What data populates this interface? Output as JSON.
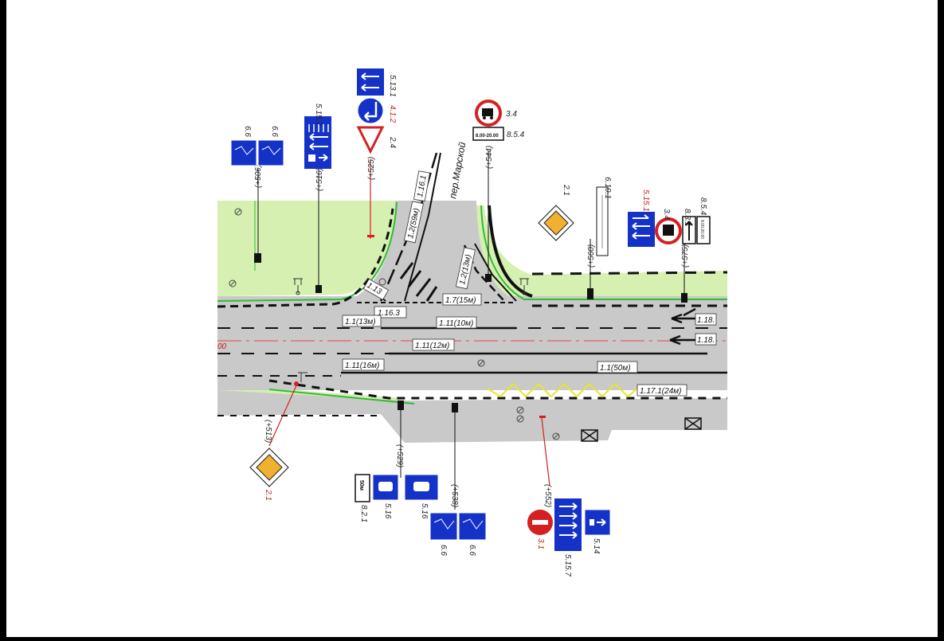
{
  "street_name": "пер.Марской",
  "left_edge_label": "00",
  "markings": {
    "m_16_1": "1.16.1",
    "m_2_59": "1.2(59м)",
    "m_2_13": "1.2(13м)",
    "m_13": "1.13",
    "m_16_3": "1.16.3",
    "m_7_15": "1.7(15м)",
    "m_1_13": "1.1(13м)",
    "m_11_10": "1.11(10м)",
    "m_11_12": "1.11(12м)",
    "m_11_16": "1.11(16м)",
    "m_1_50": "1.1(50м)",
    "m_17_1": "1.17.1(24м)",
    "m_18_a": "1.18.",
    "m_18_b": "1.18."
  },
  "chainage": {
    "c506": "(+506)",
    "c516": "(+516)",
    "c525": "(+525)",
    "c544": "(+544)",
    "c560": "(+560)",
    "c575": "(+575)",
    "c513": "(+513)",
    "c529": "(+529)",
    "c538": "(+538)",
    "c552": "(+552)"
  },
  "sign_codes": {
    "s5_13_1": "5.13.1",
    "s4_1_2": "4.1.2",
    "s2_4": "2.4",
    "s6_6_a": "6.6",
    "s6_6_b": "6.6",
    "s5_15_7_top": "5.15.7",
    "s3_4_top": "3.4",
    "s8_5_4_top": "8.5.4",
    "s2_1_top": "2.1",
    "s6_10_1": "6.10.1",
    "s5_15_1": "5.15.1",
    "s3_4_right": "3.4",
    "s8_3_1": "8.3.1",
    "s8_5_4_right": "8.5.4",
    "s2_1_bottom": "2.1",
    "s8_2_1": "8.2.1",
    "s5_16_a": "5.16",
    "s5_16_b": "5.16",
    "s6_6_c": "6.6",
    "s6_6_d": "6.6",
    "s3_1": "3.1",
    "s5_15_7_bottom": "5.15.7",
    "s5_14": "5.14"
  },
  "plate_texts": {
    "time_plate": "8.00-20.00",
    "time_plate_right": "8.00-20.00",
    "distance_plate": "50м"
  },
  "colors": {
    "road": "#c9c9c9",
    "green_area": "#d5f0b0",
    "green_edge": "#33bb33",
    "sign_blue": "#1432c8",
    "sign_red": "#d42020",
    "zigzag": "#e6e62a",
    "centerline": "#e04848"
  }
}
